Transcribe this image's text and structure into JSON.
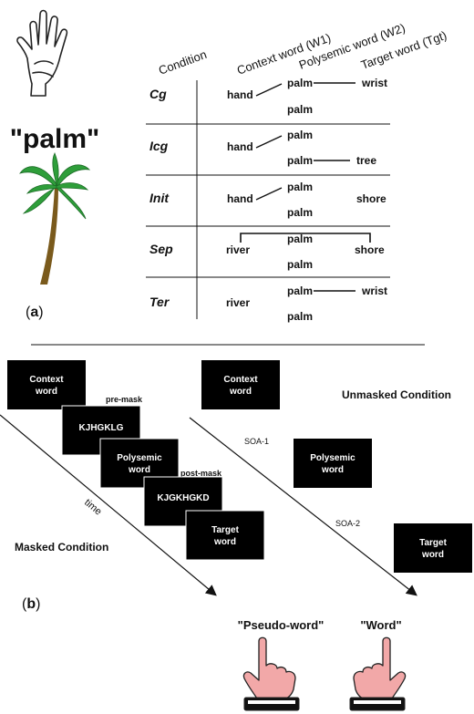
{
  "part_a": {
    "label": "(a)",
    "big_word": "\"palm\"",
    "headers": {
      "condition": "Condition",
      "context": "Context word (W1)",
      "polysemic": "Polysemic word (W2)",
      "target": "Target word (Tgt)"
    },
    "rows": [
      {
        "condition": "Cg",
        "w1": "hand",
        "w2_top": "palm",
        "w2_bottom": "palm",
        "target": "wrist",
        "target_row": "top"
      },
      {
        "condition": "Icg",
        "w1": "hand",
        "w2_top": "palm",
        "w2_bottom": "palm",
        "target": "tree",
        "target_row": "bottom"
      },
      {
        "condition": "Init",
        "w1": "hand",
        "w2_top": "palm",
        "w2_bottom": "palm",
        "target": "shore",
        "target_row": "middle"
      },
      {
        "condition": "Sep",
        "w1": "river",
        "w2_top": "palm",
        "w2_bottom": "palm",
        "target": "shore",
        "target_row": "middle"
      },
      {
        "condition": "Ter",
        "w1": "river",
        "w2_top": "palm",
        "w2_bottom": "palm",
        "target": "wrist",
        "target_row": "top"
      }
    ]
  },
  "part_b": {
    "label": "(b)",
    "masked": {
      "title": "Masked Condition",
      "boxes": {
        "context": "Context word",
        "premask": "KJHGKLG",
        "polysemic": "Polysemic word",
        "postmask": "KJGKHGKD",
        "target": "Target word"
      },
      "premask_label": "pre-mask",
      "postmask_label": "post-mask",
      "time_label": "time"
    },
    "unmasked": {
      "title": "Unmasked Condition",
      "boxes": {
        "context": "Context word",
        "polysemic": "Polysemic word",
        "target": "Target word"
      },
      "soa1": "SOA-1",
      "soa2": "SOA-2"
    },
    "responses": {
      "pseudo": "\"Pseudo-word\"",
      "word": "\"Word\""
    }
  },
  "colors": {
    "box": "#000000",
    "box_text": "#ffffff",
    "palm_leaf": "#2e9e3a",
    "palm_trunk": "#7a5a1c",
    "finger_skin": "#f2a8a8",
    "cuff": "#111111"
  }
}
